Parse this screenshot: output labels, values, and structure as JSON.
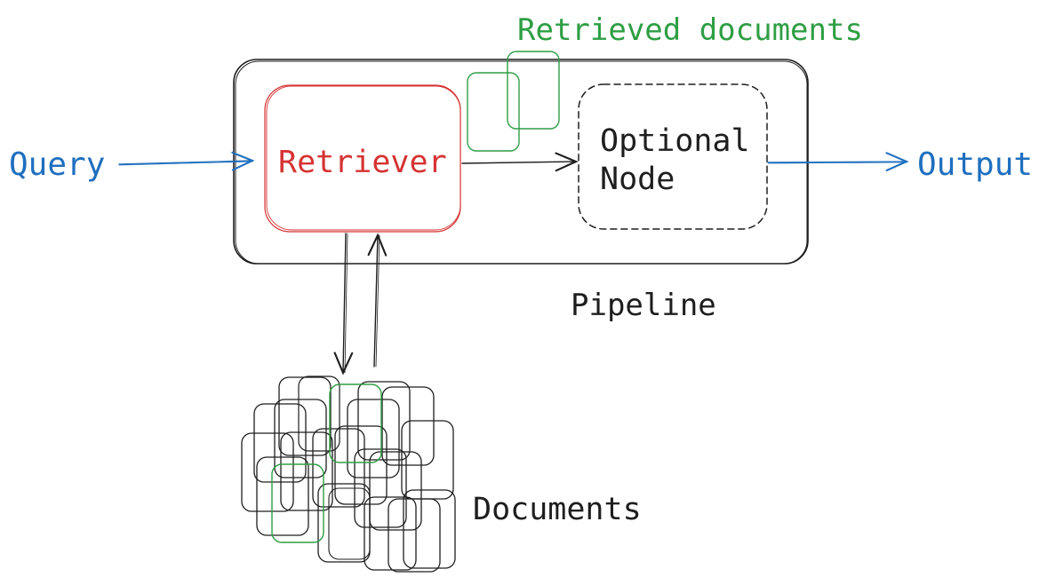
{
  "labels": {
    "query": "Query",
    "retriever": "Retriever",
    "optional_node_line1": "Optional",
    "optional_node_line2": "Node",
    "output": "Output",
    "pipeline": "Pipeline",
    "retrieved_documents": "Retrieved documents",
    "documents": "Documents"
  },
  "colors": {
    "blue": "#1f6fbf",
    "red": "#d63333",
    "green": "#2f9e44",
    "black": "#1e1e1e"
  }
}
